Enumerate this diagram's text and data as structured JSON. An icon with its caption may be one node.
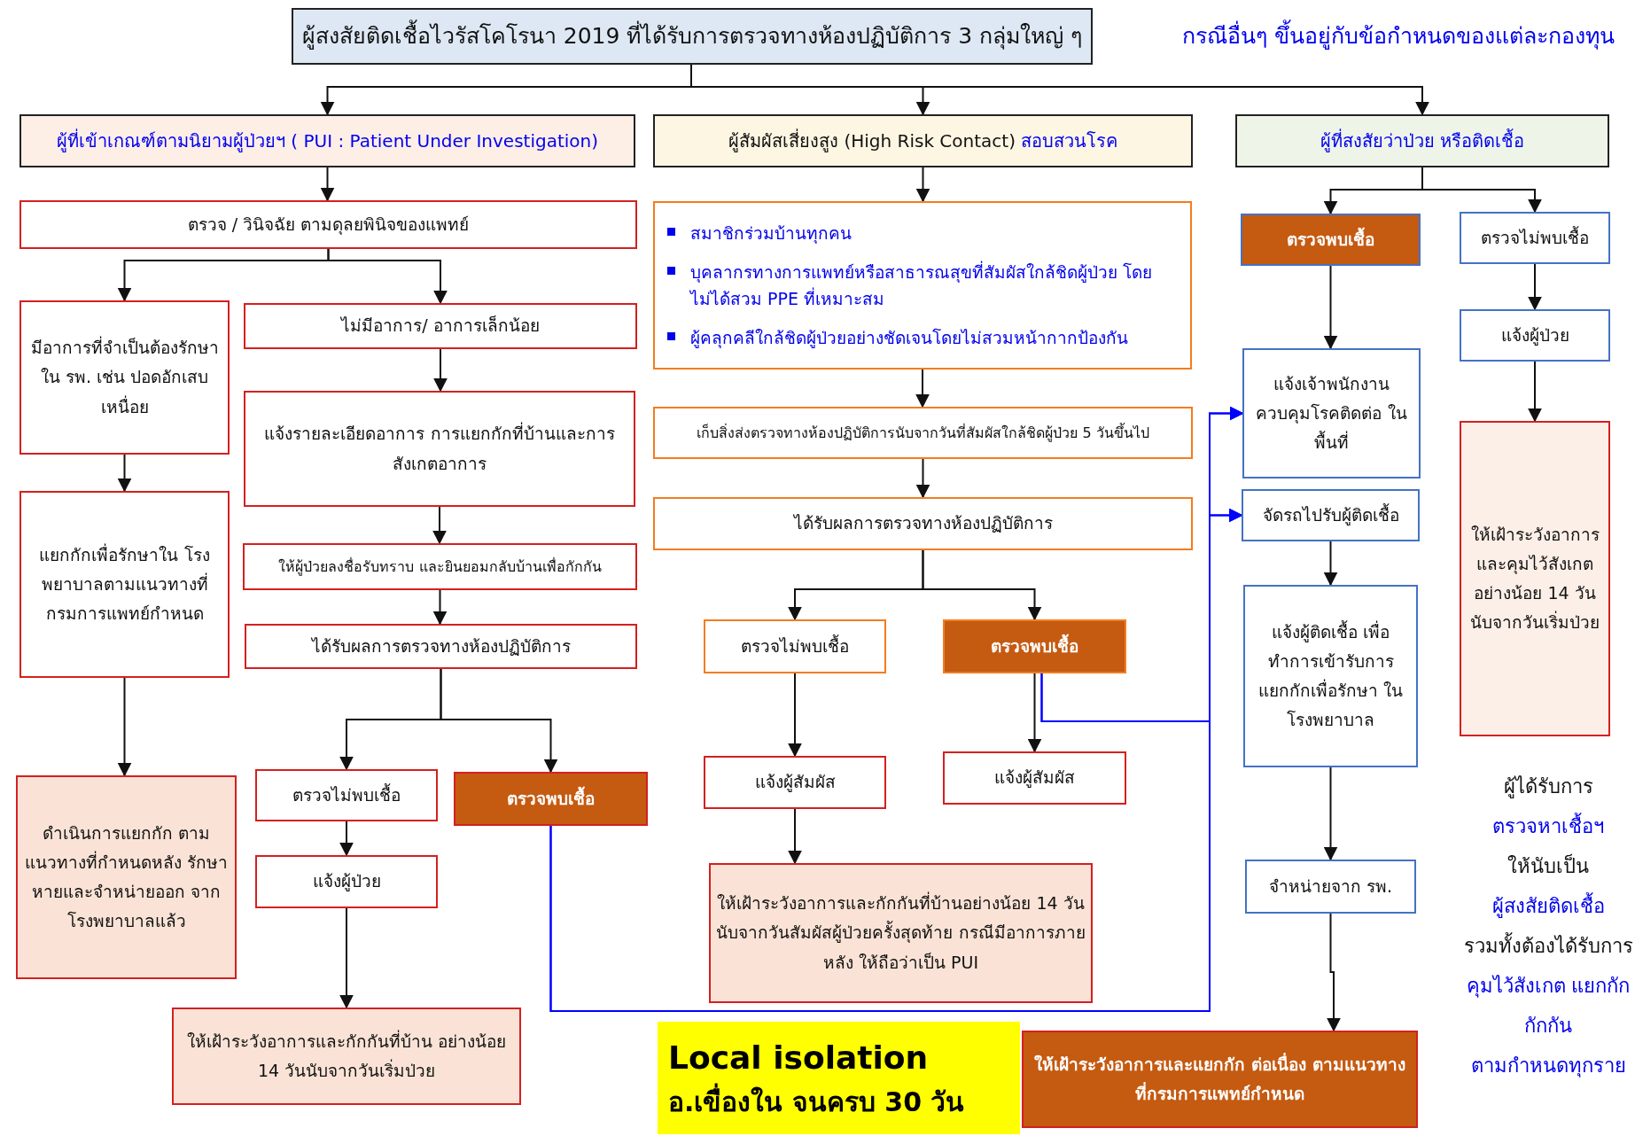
{
  "diagram": {
    "nodes": [
      {
        "text": [
          "ผู้สงสัยติดเชื้อไวรัสโคโรนา 2019 ที่ได้รับการตรวจทางห้องปฏิบัติการ 3 กลุ่มใหญ่ ๆ"
        ]
      },
      {
        "text": [
          "ผู้ที่เข้าเกณฑ์ตามนิยามผู้ป่วยฯ ( PUI : Patient Under Investigation)"
        ]
      },
      {
        "text": [
          "ผู้สัมผัสเสี่ยงสูง (High Risk Contact)",
          "สอบสวนโรค"
        ]
      },
      {
        "text": [
          "ผู้ที่สงสัยว่าป่วย หรือติดเชื้อ"
        ]
      },
      {
        "text": [
          "ตรวจ / วินิจฉัย ตามดุลยพินิจของแพทย์"
        ]
      },
      {
        "text": [
          "มีอาการที่จำเป็นต้องรักษา ใน รพ. เช่น ปอดอักเสบ เหนื่อย"
        ]
      },
      {
        "text": [
          "ไม่มีอาการ/ อาการเล็กน้อย"
        ]
      },
      {
        "text": [
          "แจ้งรายละเอียดอาการ การแยกกักที่บ้านและการสังเกตอาการ"
        ]
      },
      {
        "text": [
          "แยกกักเพื่อรักษาใน โรงพยาบาลตามแนวทางที่ กรมการแพทย์กำหนด"
        ]
      },
      {
        "text": [
          "ให้ผู้ป่วยลงชื่อรับทราบ และยินยอมกลับบ้านเพื่อกักกัน"
        ]
      },
      {
        "text": [
          "ได้รับผลการตรวจทางห้องปฏิบัติการ"
        ]
      },
      {
        "text": [
          "ดำเนินการแยกกัก ตามแนวทางที่กำหนดหลัง รักษาหายและจำหน่ายออก จากโรงพยาบาลแล้ว"
        ]
      },
      {
        "text": [
          "ตรวจไม่พบเชื้อ"
        ]
      },
      {
        "text": [
          "ตรวจพบเชื้อ"
        ]
      },
      {
        "text": [
          "แจ้งผู้ป่วย"
        ]
      },
      {
        "text": [
          "ให้เฝ้าระวังอาการและกักกันที่บ้าน อย่างน้อย 14 วันนับจากวันเริ่มป่วย"
        ]
      },
      {
        "text": [
          "สมาชิกร่วมบ้านทุกคน",
          "บุคลากรทางการแพทย์หรือสาธารณสุขที่สัมผัสใกล้ชิดผู้ป่วย โดยไม่ได้สวม PPE ที่เหมาะสม",
          "ผู้คลุกคลีใกล้ชิดผู้ป่วยอย่างชัดเจนโดยไม่สวมหน้ากากป้องกัน"
        ]
      },
      {
        "text": [
          "เก็บสิ่งส่งตรวจทางห้องปฏิบัติการนับจากวันที่สัมผัสใกล้ชิดผู้ป่วย 5 วันขึ้นไป"
        ]
      },
      {
        "text": [
          "ได้รับผลการตรวจทางห้องปฏิบัติการ"
        ]
      },
      {
        "text": [
          "ตรวจไม่พบเชื้อ"
        ]
      },
      {
        "text": [
          "ตรวจพบเชื้อ"
        ]
      },
      {
        "text": [
          "แจ้งผู้สัมผัส"
        ]
      },
      {
        "text": [
          "แจ้งผู้สัมผัส"
        ]
      },
      {
        "text": [
          "ให้เฝ้าระวังอาการและกักกันที่บ้านอย่างน้อย 14 วันนับจากวันสัมผัสผู้ป่วยครั้งสุดท้าย กรณีมีอาการภายหลัง ให้ถือว่าเป็น PUI"
        ]
      },
      {
        "text": [
          "Local isolation",
          "อ.เขื่องใน  จนครบ 30 วัน"
        ]
      },
      {
        "text": [
          "ตรวจพบเชื้อ"
        ]
      },
      {
        "text": [
          "ตรวจไม่พบเชื้อ"
        ]
      },
      {
        "text": [
          "แจ้งเจ้าพนักงาน ควบคุมโรคติดต่อ ในพื้นที่"
        ]
      },
      {
        "text": [
          "แจ้งผู้ป่วย"
        ]
      },
      {
        "text": [
          "จัดรถไปรับผู้ติดเชื้อ"
        ]
      },
      {
        "text": [
          "ให้เฝ้าระวังอาการ และคุมไว้สังเกต อย่างน้อย 14 วัน นับจากวันเริ่มป่วย"
        ]
      },
      {
        "text": [
          "แจ้งผู้ติดเชื้อ เพื่อทำการเข้ารับการ แยกกักเพื่อรักษา ในโรงพยาบาล"
        ]
      },
      {
        "text": [
          "จำหน่ายจาก รพ."
        ]
      },
      {
        "text": [
          "ให้เฝ้าระวังอาการและแยกกัก ต่อเนื่อง ตามแนวทางที่กรมการแพทย์กำหนด"
        ]
      }
    ],
    "edges": [
      {
        "from": 0,
        "to": 1,
        "arrow": "to"
      },
      {
        "from": 0,
        "to": 2,
        "arrow": "to"
      },
      {
        "from": 0,
        "to": 3,
        "arrow": "to"
      },
      {
        "from": 1,
        "to": 4,
        "arrow": "to"
      },
      {
        "from": 4,
        "to": 5,
        "arrow": "to"
      },
      {
        "from": 4,
        "to": 6,
        "arrow": "to"
      },
      {
        "from": 5,
        "to": 8,
        "arrow": "to"
      },
      {
        "from": 6,
        "to": 7,
        "arrow": "to"
      },
      {
        "from": 7,
        "to": 9,
        "arrow": "to"
      },
      {
        "from": 9,
        "to": 10,
        "arrow": "to"
      },
      {
        "from": 8,
        "to": 11,
        "arrow": "to"
      },
      {
        "from": 10,
        "to": 12,
        "arrow": "to"
      },
      {
        "from": 10,
        "to": 13,
        "arrow": "to"
      },
      {
        "from": 12,
        "to": 14,
        "arrow": "to"
      },
      {
        "from": 14,
        "to": 15,
        "arrow": "to"
      },
      {
        "from": 13,
        "to": 27,
        "arrow": "to",
        "color": "#0000ff"
      },
      {
        "from": 13,
        "to": 29,
        "arrow": "to",
        "color": "#0000ff"
      },
      {
        "from": 2,
        "to": 16,
        "arrow": "to"
      },
      {
        "from": 16,
        "to": 17,
        "arrow": "to"
      },
      {
        "from": 17,
        "to": 18,
        "arrow": "to"
      },
      {
        "from": 18,
        "to": 19,
        "arrow": "to"
      },
      {
        "from": 18,
        "to": 20,
        "arrow": "to"
      },
      {
        "from": 19,
        "to": 21,
        "arrow": "to"
      },
      {
        "from": 20,
        "to": 22,
        "arrow": "to"
      },
      {
        "from": 21,
        "to": 23,
        "arrow": "to"
      },
      {
        "from": 20,
        "to": 27,
        "arrow": "to",
        "color": "#0000ff"
      },
      {
        "from": 20,
        "to": 29,
        "arrow": "to",
        "color": "#0000ff"
      },
      {
        "from": 3,
        "to": 25,
        "arrow": "to"
      },
      {
        "from": 3,
        "to": 26,
        "arrow": "to"
      },
      {
        "from": 25,
        "to": 27,
        "arrow": "to"
      },
      {
        "from": 26,
        "to": 28,
        "arrow": "to"
      },
      {
        "from": 28,
        "to": 30,
        "arrow": "to"
      },
      {
        "from": 29,
        "to": 31,
        "arrow": "to"
      },
      {
        "from": 31,
        "to": 32,
        "arrow": "to"
      },
      {
        "from": 32,
        "to": 33,
        "arrow": "to"
      }
    ],
    "labels": [
      "กรณีอื่นๆ ขึ้นอยู่กับข้อกำหนดของแต่ละกองทุน",
      "ผู้ได้รับการ",
      "ตรวจหาเชื้อฯ",
      "ให้นับเป็น",
      "ผู้สงสัยติดเชื้อ",
      "รวมทั้งต้องได้รับการ",
      "คุมไว้สังเกต แยกกัก",
      "กักกัน",
      "ตามกำหนดทุกราย"
    ]
  }
}
